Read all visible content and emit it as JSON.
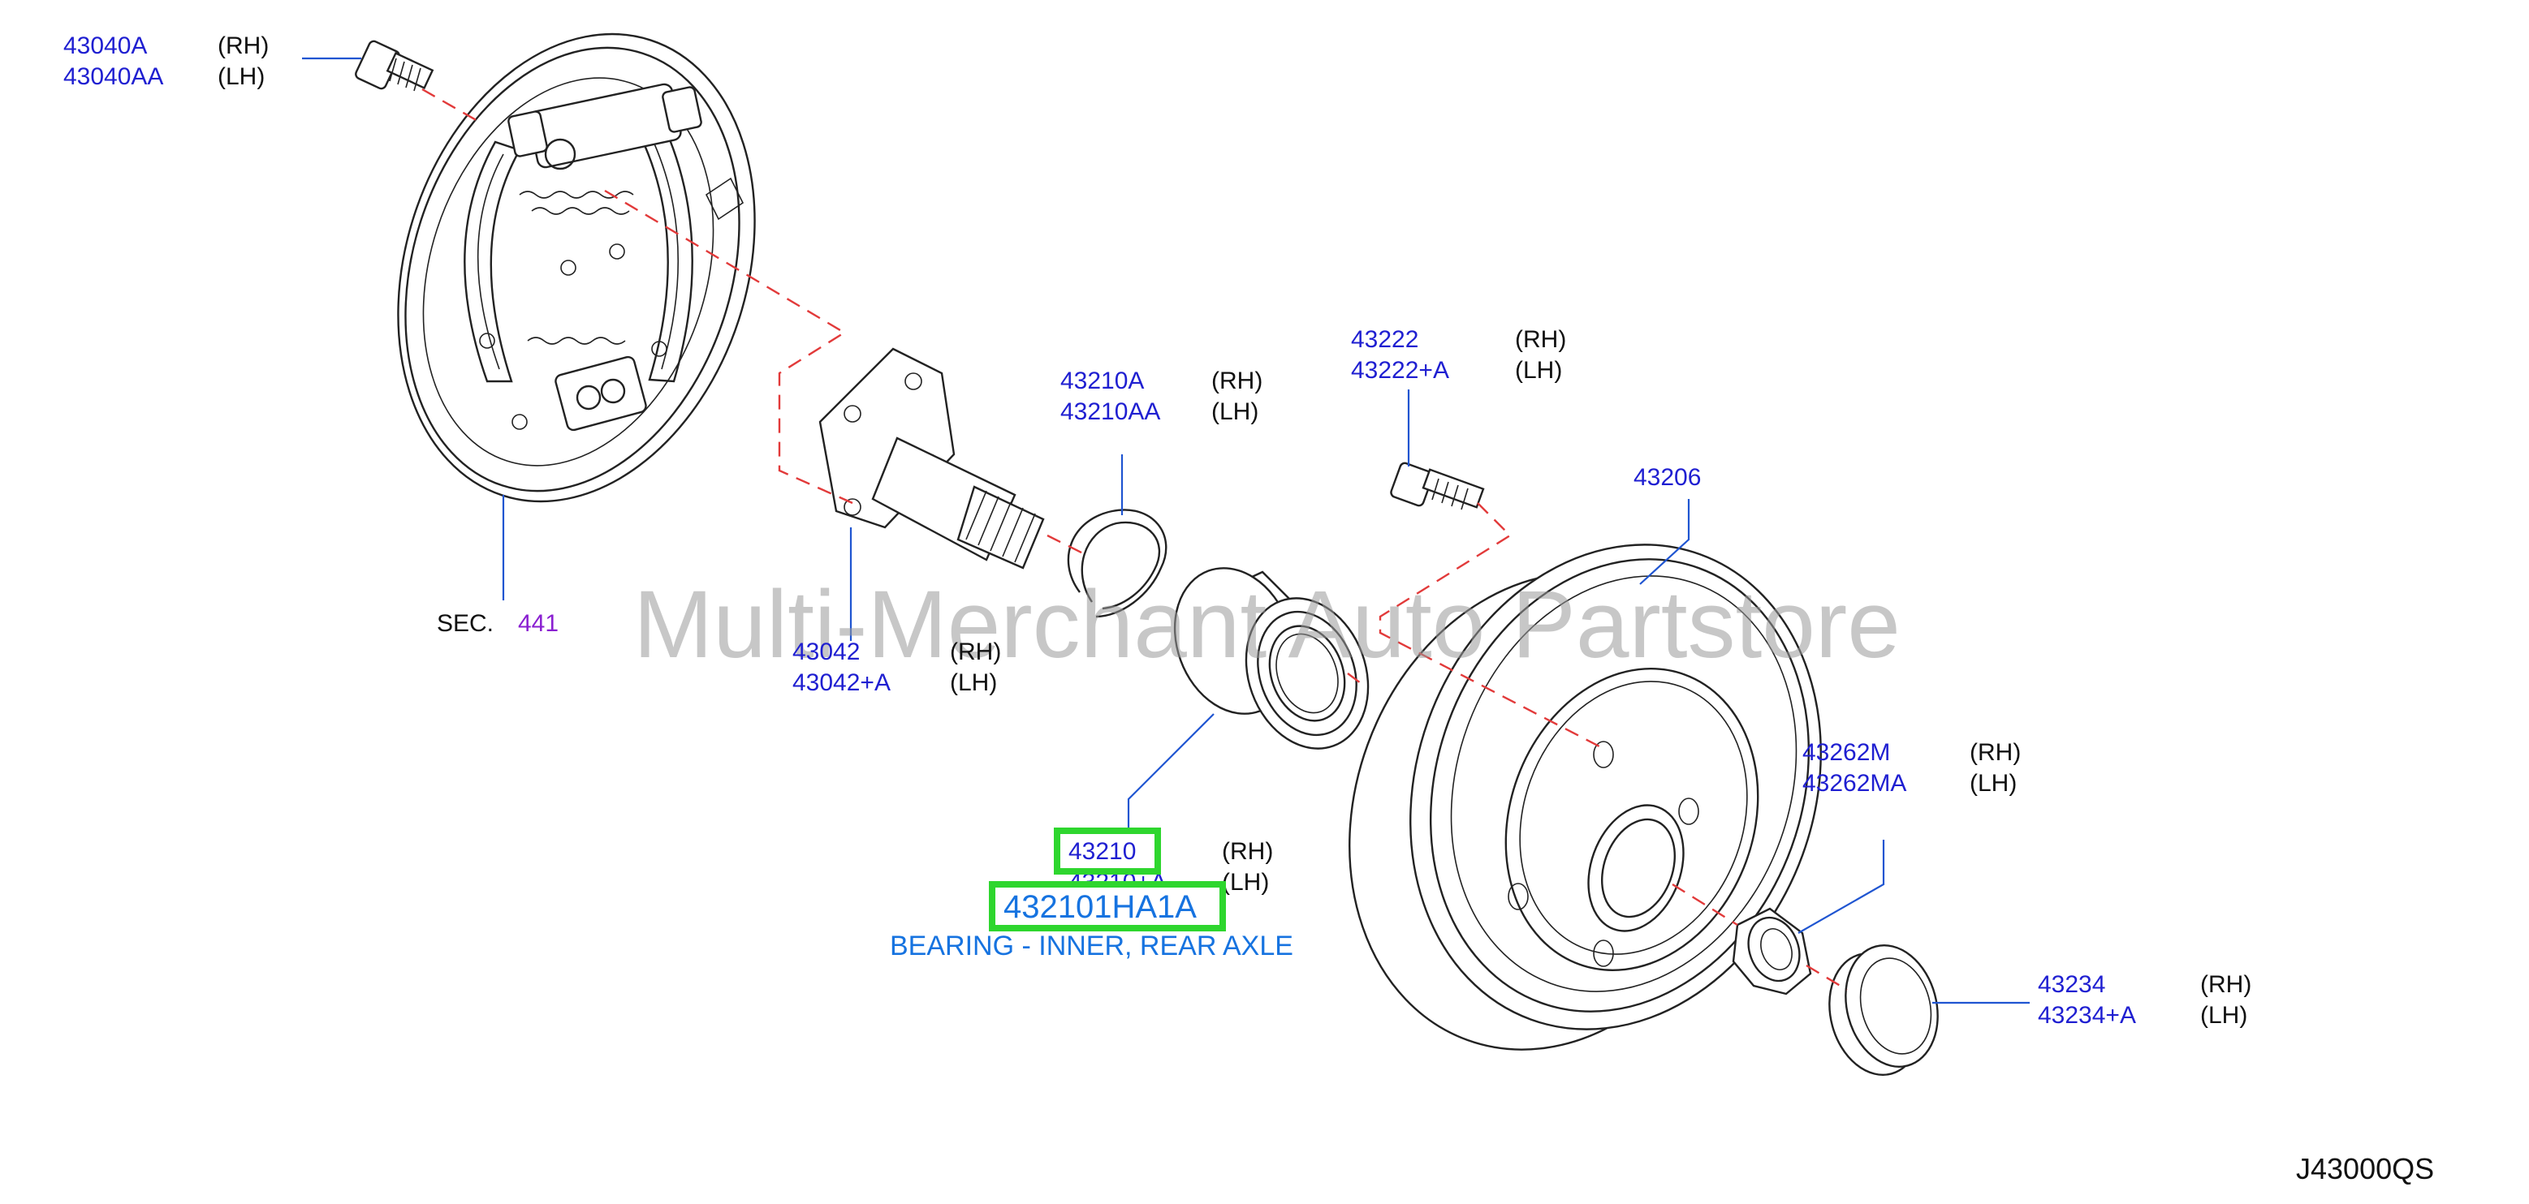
{
  "diagram_code": "J43000QS",
  "watermark": "Multi-Merchant Auto Partstore",
  "section_ref": {
    "prefix": "SEC.",
    "number": "441"
  },
  "callouts": [
    {
      "id": "wheel-cylinder-bolt",
      "parts": [
        {
          "number": "43040A",
          "side": "(RH)"
        },
        {
          "number": "43040AA",
          "side": "(LH)"
        }
      ]
    },
    {
      "id": "axle-spindle",
      "parts": [
        {
          "number": "43042",
          "side": "(RH)"
        },
        {
          "number": "43042+A",
          "side": "(LH)"
        }
      ]
    },
    {
      "id": "snap-ring",
      "parts": [
        {
          "number": "43210A",
          "side": "(RH)"
        },
        {
          "number": "43210AA",
          "side": "(LH)"
        }
      ]
    },
    {
      "id": "hub-bolt",
      "parts": [
        {
          "number": "43222",
          "side": "(RH)"
        },
        {
          "number": "43222+A",
          "side": "(LH)"
        }
      ]
    },
    {
      "id": "brake-drum",
      "parts": [
        {
          "number": "43206",
          "side": ""
        }
      ]
    },
    {
      "id": "hub-nut",
      "parts": [
        {
          "number": "43262M",
          "side": "(RH)"
        },
        {
          "number": "43262MA",
          "side": "(LH)"
        }
      ]
    },
    {
      "id": "grease-cap",
      "parts": [
        {
          "number": "43234",
          "side": "(RH)"
        },
        {
          "number": "43234+A",
          "side": "(LH)"
        }
      ]
    },
    {
      "id": "bearing",
      "parts": [
        {
          "number": "43210",
          "side": "(RH)"
        },
        {
          "number": "43210+A",
          "side": "(LH)"
        }
      ]
    }
  ],
  "highlight": {
    "part_number": "432101HA1A",
    "description": "BEARING - INNER, REAR AXLE",
    "highlight_color": "#2ed62e",
    "text_color": "#1673e0"
  },
  "colors": {
    "part_number": "#1f1fd1",
    "section_number": "#8a1fd1",
    "leader_line": "#1f55d1",
    "assembly_axis": "#e23a3a"
  }
}
